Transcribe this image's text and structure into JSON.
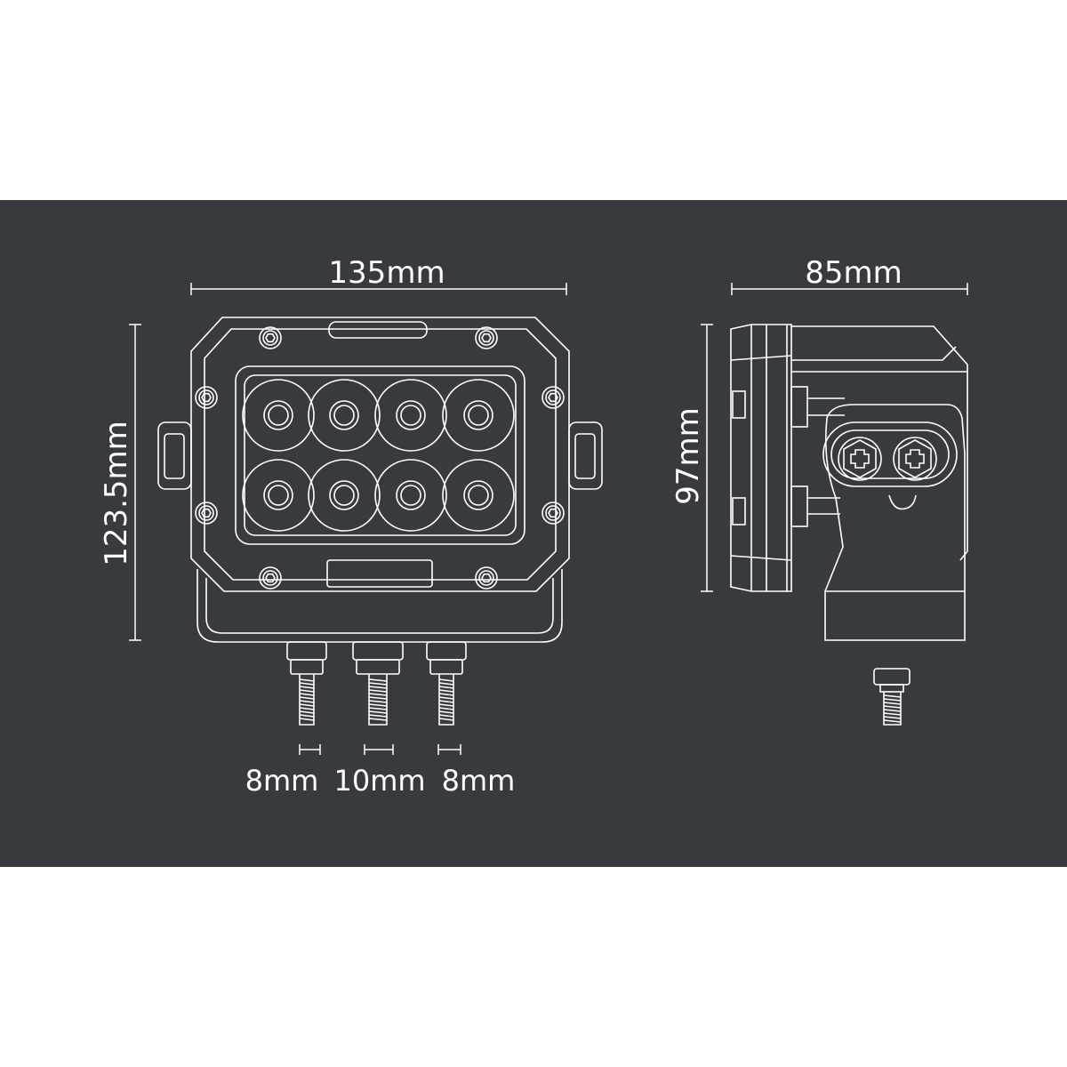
{
  "dimensions": {
    "front_width": "135mm",
    "front_height": "123.5mm",
    "side_depth": "85mm",
    "side_height": "97mm",
    "terminals": [
      "8mm",
      "10mm",
      "8mm"
    ]
  },
  "colors": {
    "panel": "#373b3f",
    "line": "#ffffff",
    "page": "#ffffff"
  }
}
